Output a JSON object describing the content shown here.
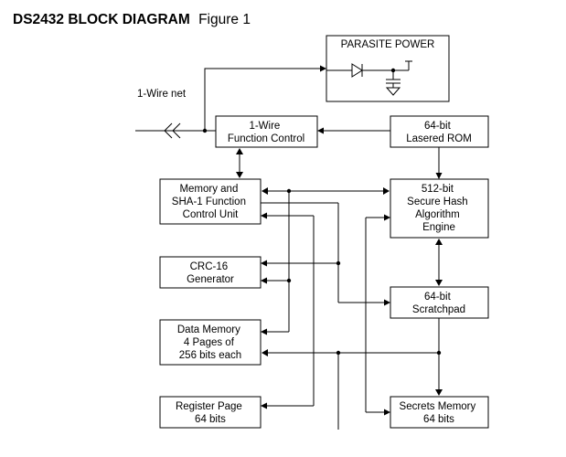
{
  "title": {
    "bold": "DS2432 BLOCK DIAGRAM",
    "rest": "Figure 1"
  },
  "net_label": "1-Wire net",
  "blocks": {
    "parasite_power": "PARASITE POWER",
    "function_control": [
      "1-Wire",
      "Function Control"
    ],
    "lasered_rom": [
      "64-bit",
      "Lasered ROM"
    ],
    "memory_sha": [
      "Memory and",
      "SHA-1 Function",
      "Control Unit"
    ],
    "sha_engine": [
      "512-bit",
      "Secure Hash",
      "Algorithm",
      "Engine"
    ],
    "crc": [
      "CRC-16",
      "Generator"
    ],
    "scratchpad": [
      "64-bit",
      "Scratchpad"
    ],
    "data_memory": [
      "Data Memory",
      "4 Pages of",
      "256 bits each"
    ],
    "register_page": [
      "Register Page",
      "64 bits"
    ],
    "secrets_memory": [
      "Secrets Memory",
      "64 bits"
    ]
  }
}
